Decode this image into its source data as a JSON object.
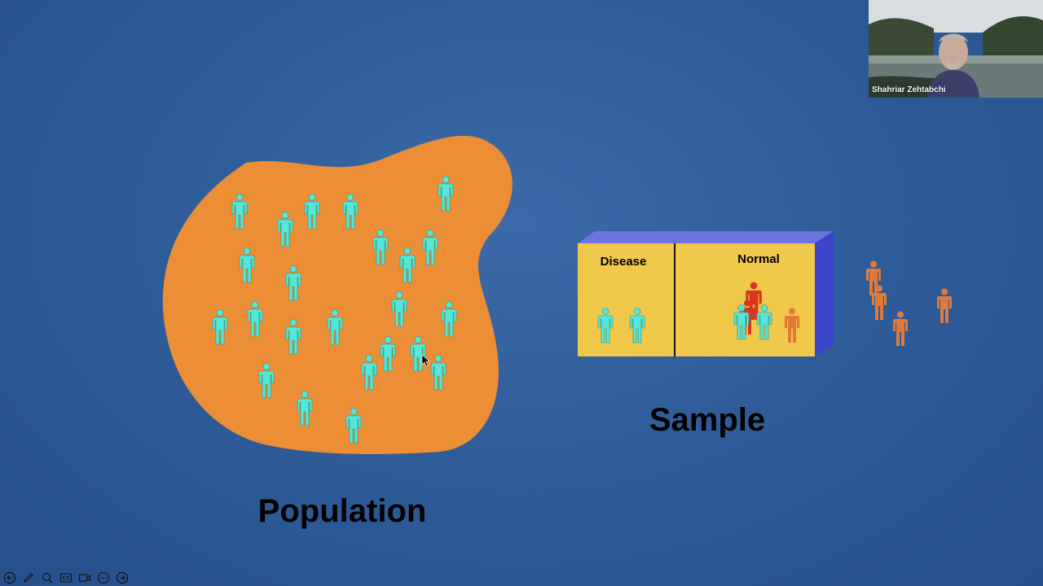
{
  "slide": {
    "population_label": "Population",
    "sample_label": "Sample",
    "sample_box": {
      "disease_label": "Disease",
      "normal_label": "Normal"
    }
  },
  "video": {
    "participant_name": "Shahriar Zehtabchi"
  },
  "toolbar": {
    "buttons": [
      "previous-slide",
      "pen",
      "zoom",
      "captions",
      "video",
      "more",
      "next-slide"
    ]
  },
  "colors": {
    "background": "#2f5d99",
    "population_blob": "#ec8e35",
    "figure_cyan": "#55e8d8",
    "figure_orange": "#e07a3a",
    "figure_red": "#d8361e",
    "box_face": "#f0c84a",
    "box_top": "#6a73e0",
    "box_side": "#3a45c8"
  }
}
